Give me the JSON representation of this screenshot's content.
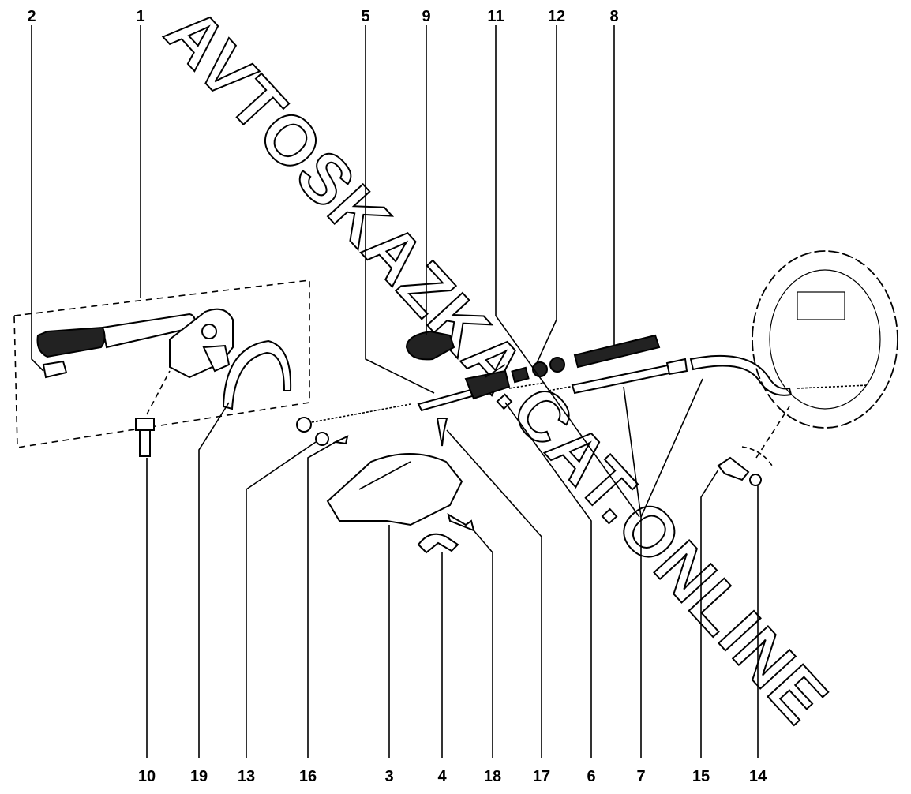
{
  "diagram": {
    "watermark": "AVTOSKAZKA.CAT.ONLINE",
    "top_labels": {
      "l2": "2",
      "l1": "1",
      "l5": "5",
      "l9": "9",
      "l11": "11",
      "l12": "12",
      "l8": "8"
    },
    "bottom_labels": {
      "l10": "10",
      "l19": "19",
      "l13": "13",
      "l16": "16",
      "l3": "3",
      "l4": "4",
      "l18": "18",
      "l17": "17",
      "l6": "6",
      "l7": "7",
      "l15": "15",
      "l14": "14"
    }
  }
}
